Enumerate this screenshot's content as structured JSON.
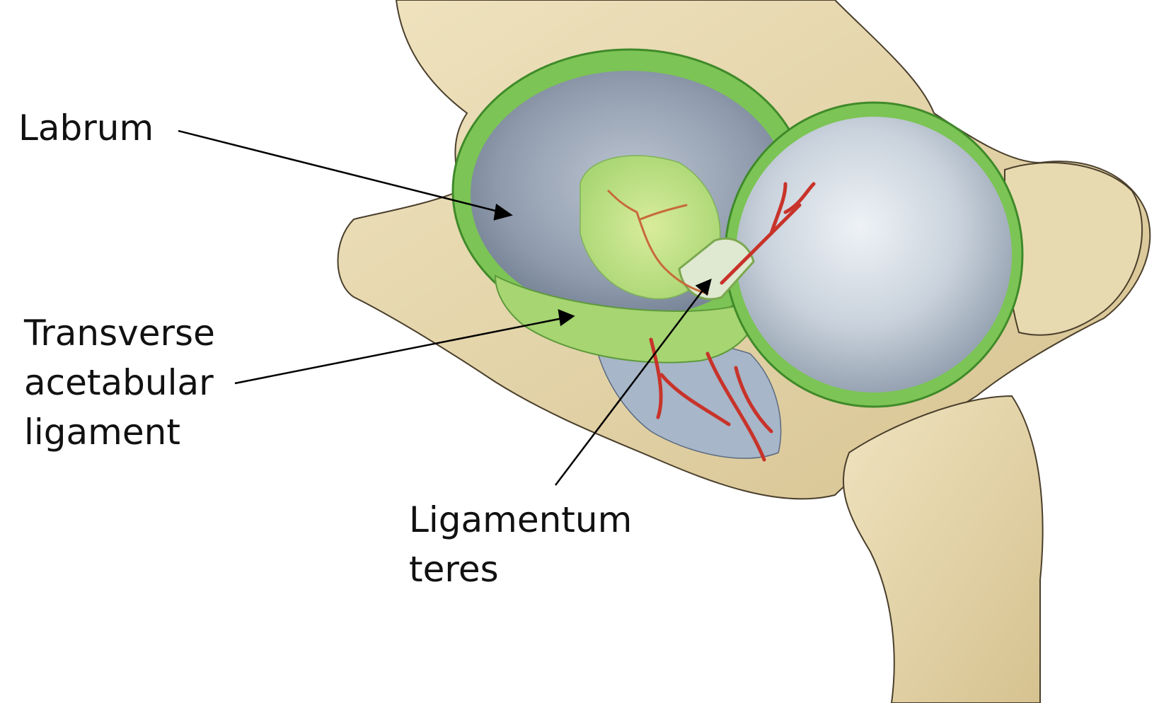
{
  "labels": {
    "labrum": "Labrum",
    "transverse": "Transverse\nacetabular\nligament",
    "teres": "Ligamentum\nteres"
  },
  "colors": {
    "bone": "#e3d3a6",
    "bone_outline": "#4a3f2c",
    "cartilage_fill": "#8f9cae",
    "femoral_head": "#c7d0d9",
    "ligament_green": "#a8d77a",
    "rim_green": "#6cc04a",
    "artery_red": "#c8332a",
    "arrow": "#000000"
  }
}
